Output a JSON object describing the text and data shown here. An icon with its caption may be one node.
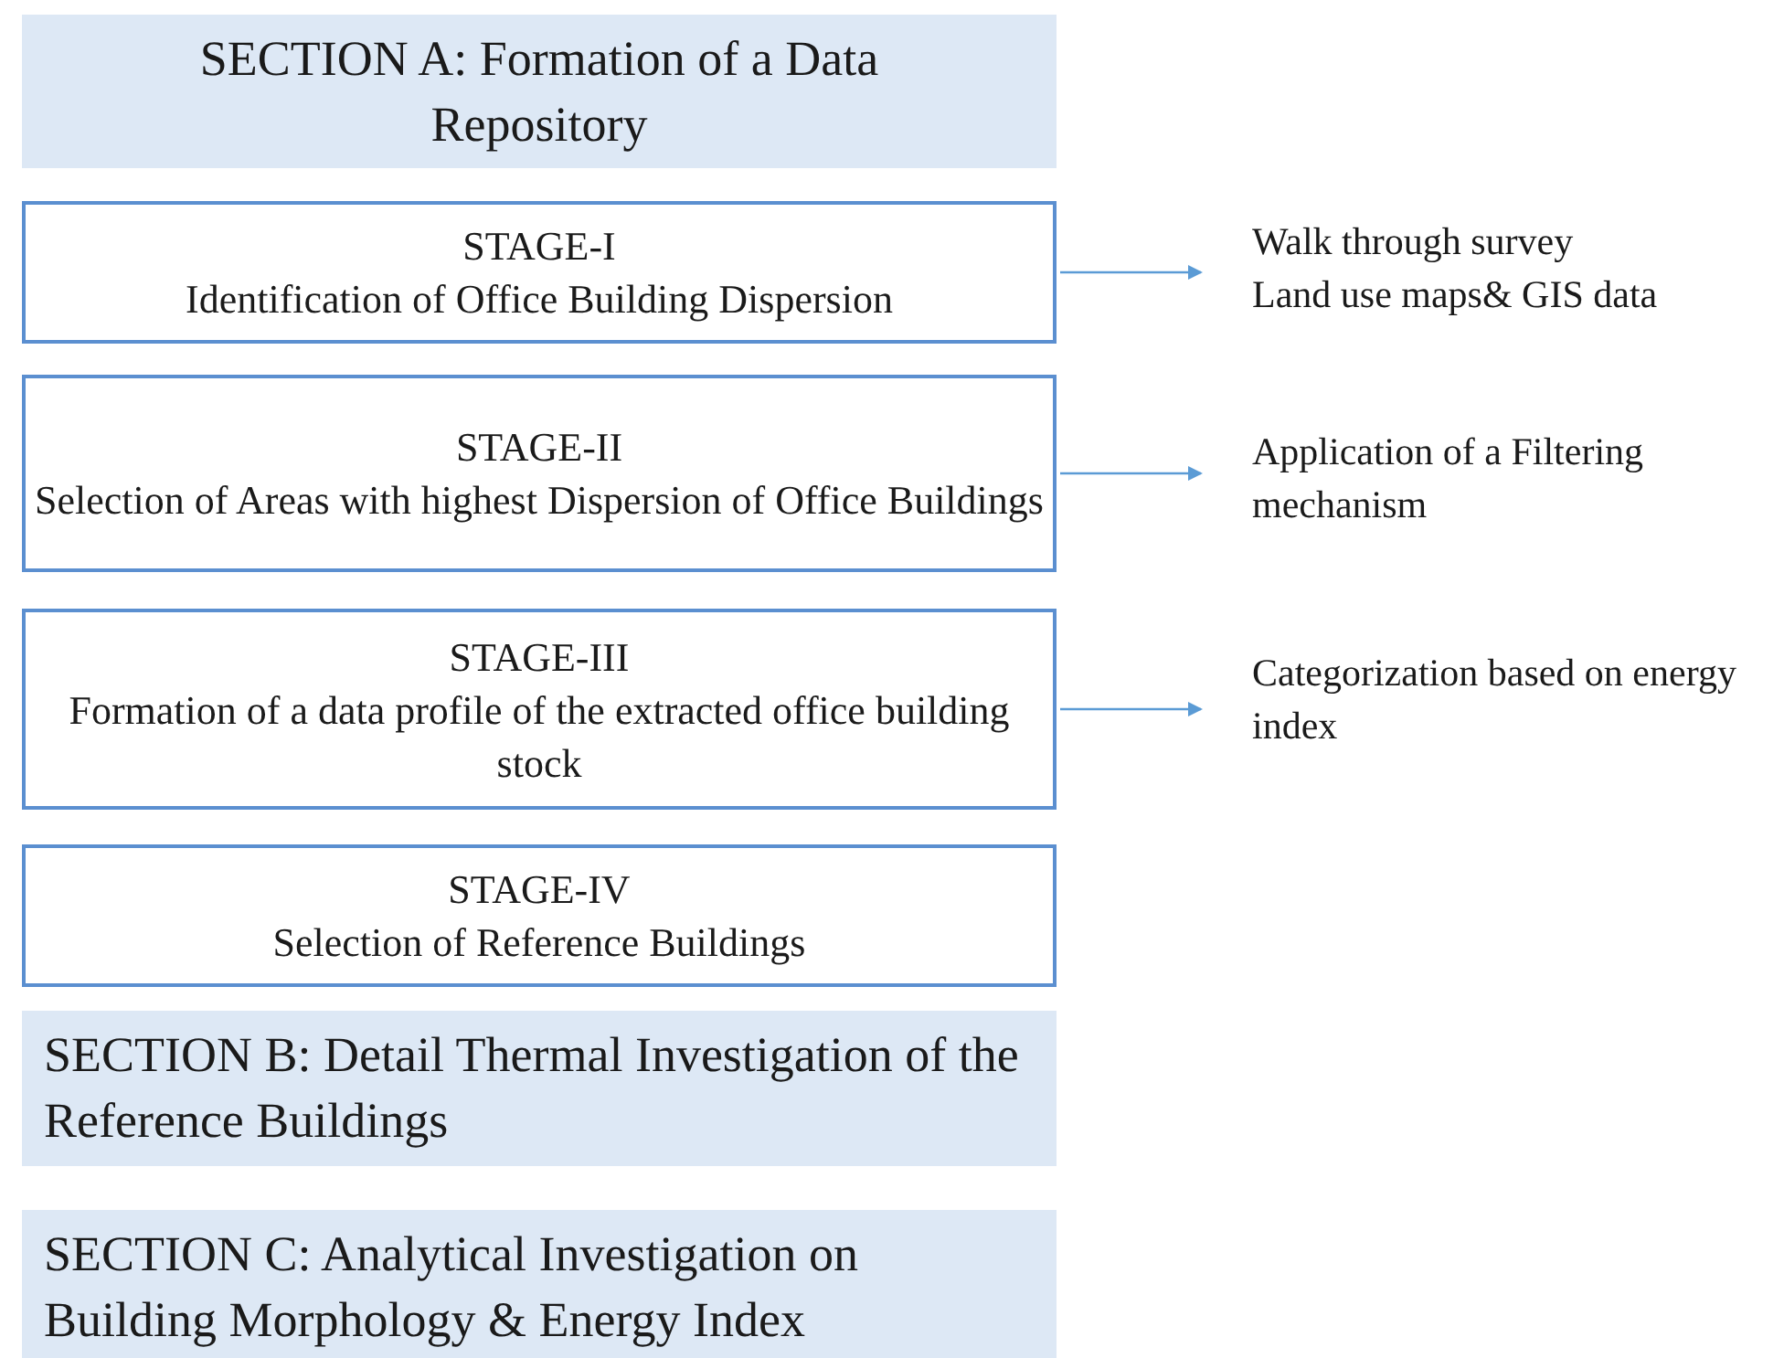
{
  "diagram": {
    "nodes": [
      {
        "text": [
          "SECTION A: Formation of a Data Repository"
        ]
      },
      {
        "text": [
          "STAGE-I",
          "Identification of Office Building Dispersion"
        ]
      },
      {
        "text": [
          "Walk through survey",
          "Land use maps& GIS data"
        ]
      },
      {
        "text": [
          "STAGE-II",
          "Selection of Areas with highest Dispersion of Office Buildings"
        ]
      },
      {
        "text": [
          "Application of a Filtering mechanism"
        ]
      },
      {
        "text": [
          "STAGE-III",
          "Formation of a data profile of the extracted office building stock"
        ]
      },
      {
        "text": [
          "Categorization based on energy index"
        ]
      },
      {
        "text": [
          "STAGE-IV",
          "Selection of Reference Buildings"
        ]
      },
      {
        "text": [
          "SECTION B: Detail Thermal Investigation of the Reference Buildings"
        ]
      },
      {
        "text": [
          "SECTION C: Analytical Investigation on Building Morphology & Energy Index"
        ]
      }
    ],
    "edges": [
      {
        "from": 1,
        "to": 2,
        "arrow": "to"
      },
      {
        "from": 3,
        "to": 4,
        "arrow": "to"
      },
      {
        "from": 5,
        "to": 6,
        "arrow": "to"
      }
    ]
  }
}
